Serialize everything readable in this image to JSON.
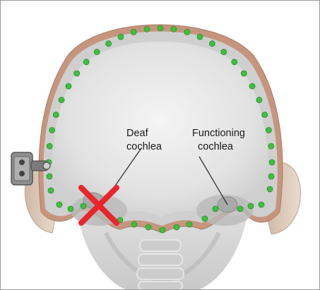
{
  "labels": {
    "left_line1": "Deaf",
    "left_line2": "cochlea",
    "right_line1": "Functioning",
    "right_line2": "cochlea"
  },
  "icons": {
    "marker": "red-x-icon",
    "device": "hearing-device-icon"
  },
  "colors": {
    "skull_rim": "#c6957e",
    "green_dots": "#3fbf3f",
    "red_x": "#e8262b",
    "background": "#ffffff",
    "label_text": "#1a1a1a"
  }
}
